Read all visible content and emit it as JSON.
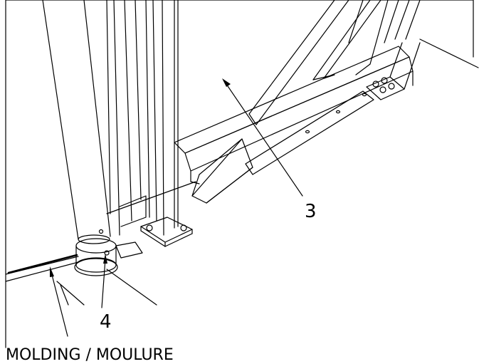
{
  "callouts": {
    "part_3": "3",
    "part_4": "4",
    "molding": "MOLDING / MOULURE"
  },
  "colors": {
    "ink": "#000000",
    "paper": "#ffffff"
  }
}
